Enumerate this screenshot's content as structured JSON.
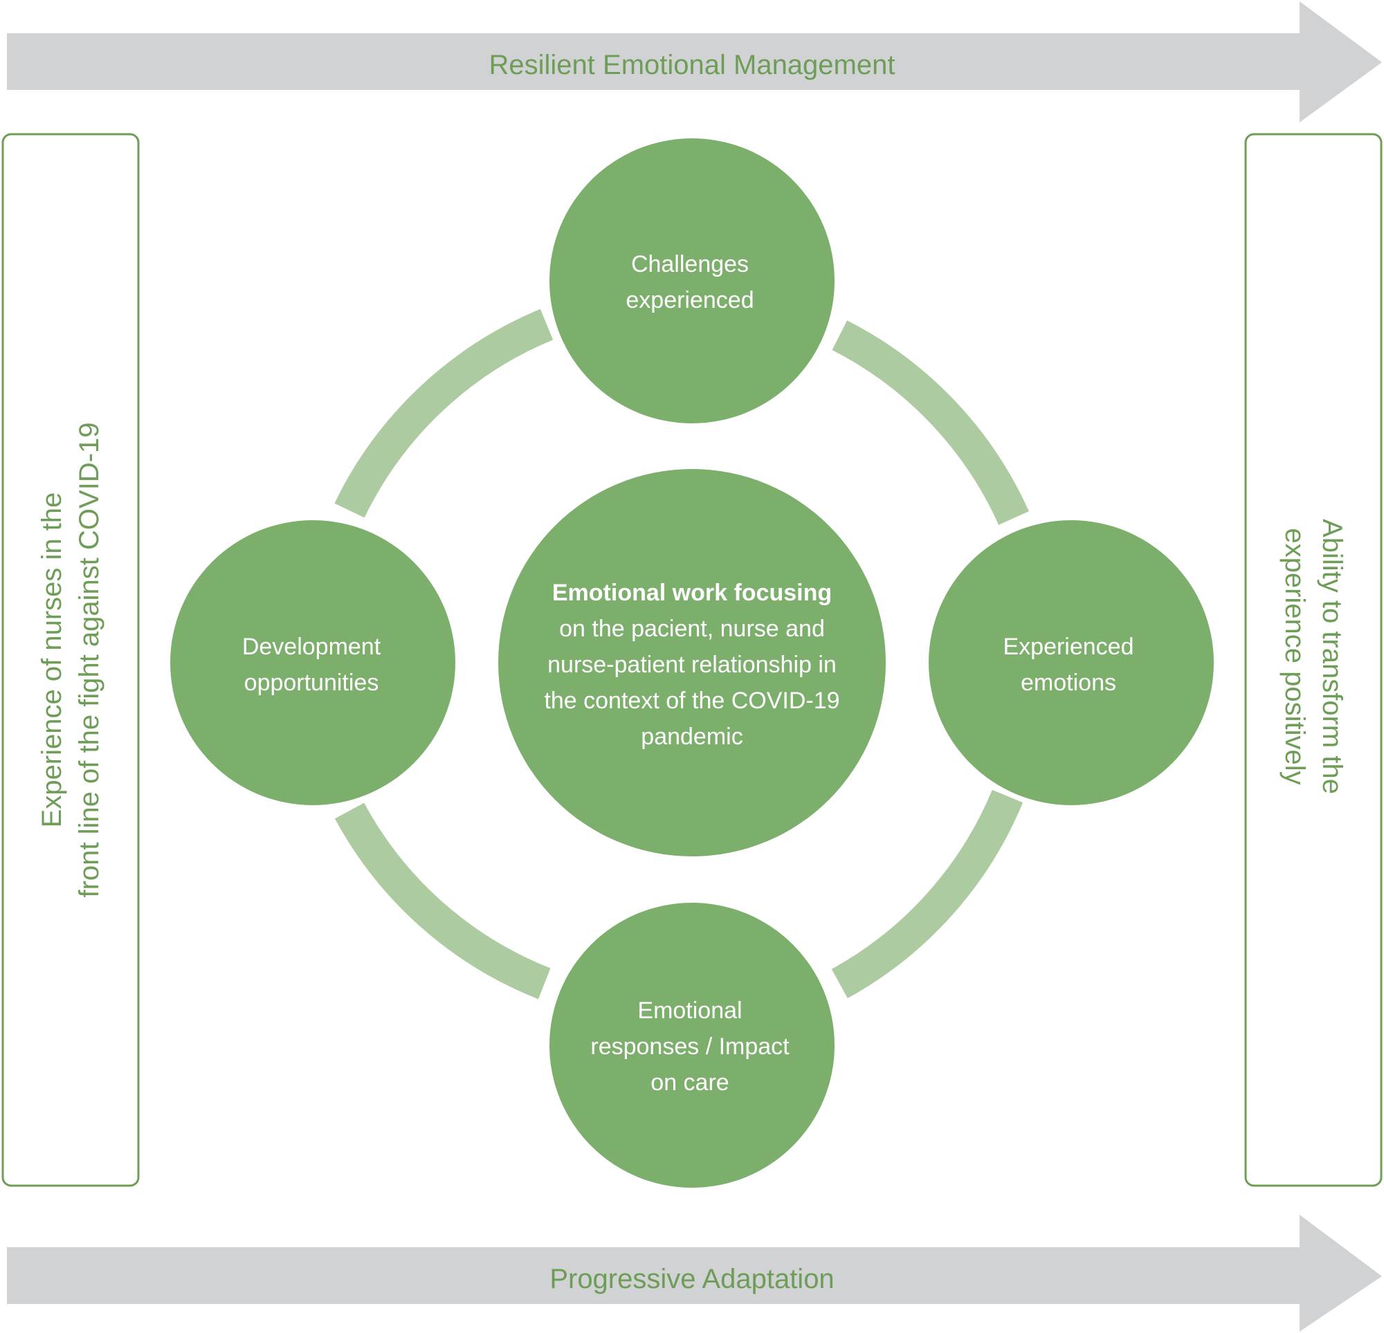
{
  "colors": {
    "arrow": "#d0d2d3",
    "circle": "#7caf6b",
    "arc": "#adcba1",
    "label_green": "#6e9d57",
    "node_text": "#ffffff"
  },
  "top_arrow": {
    "label": "Resilient Emotional Management"
  },
  "bottom_arrow": {
    "label": "Progressive Adaptation"
  },
  "left_panel": {
    "lines": [
      "Experience of nurses in the",
      "front line of the fight against COVID-19"
    ]
  },
  "right_panel": {
    "lines": [
      "Ability to transform the",
      "experience positively"
    ]
  },
  "nodes": {
    "top": {
      "lines": [
        "Challenges",
        "experienced"
      ]
    },
    "left": {
      "lines": [
        "Development",
        "opportunities"
      ]
    },
    "right": {
      "lines": [
        "Experienced",
        "emotions"
      ]
    },
    "bottom": {
      "lines": [
        "Emotional",
        "responses / Impact",
        "on care"
      ]
    },
    "center": {
      "title": "Emotional work focusing",
      "lines": [
        "on the pacient, nurse and",
        "nurse-patient relationship in",
        "the context of the COVID-19",
        "pandemic"
      ]
    }
  }
}
